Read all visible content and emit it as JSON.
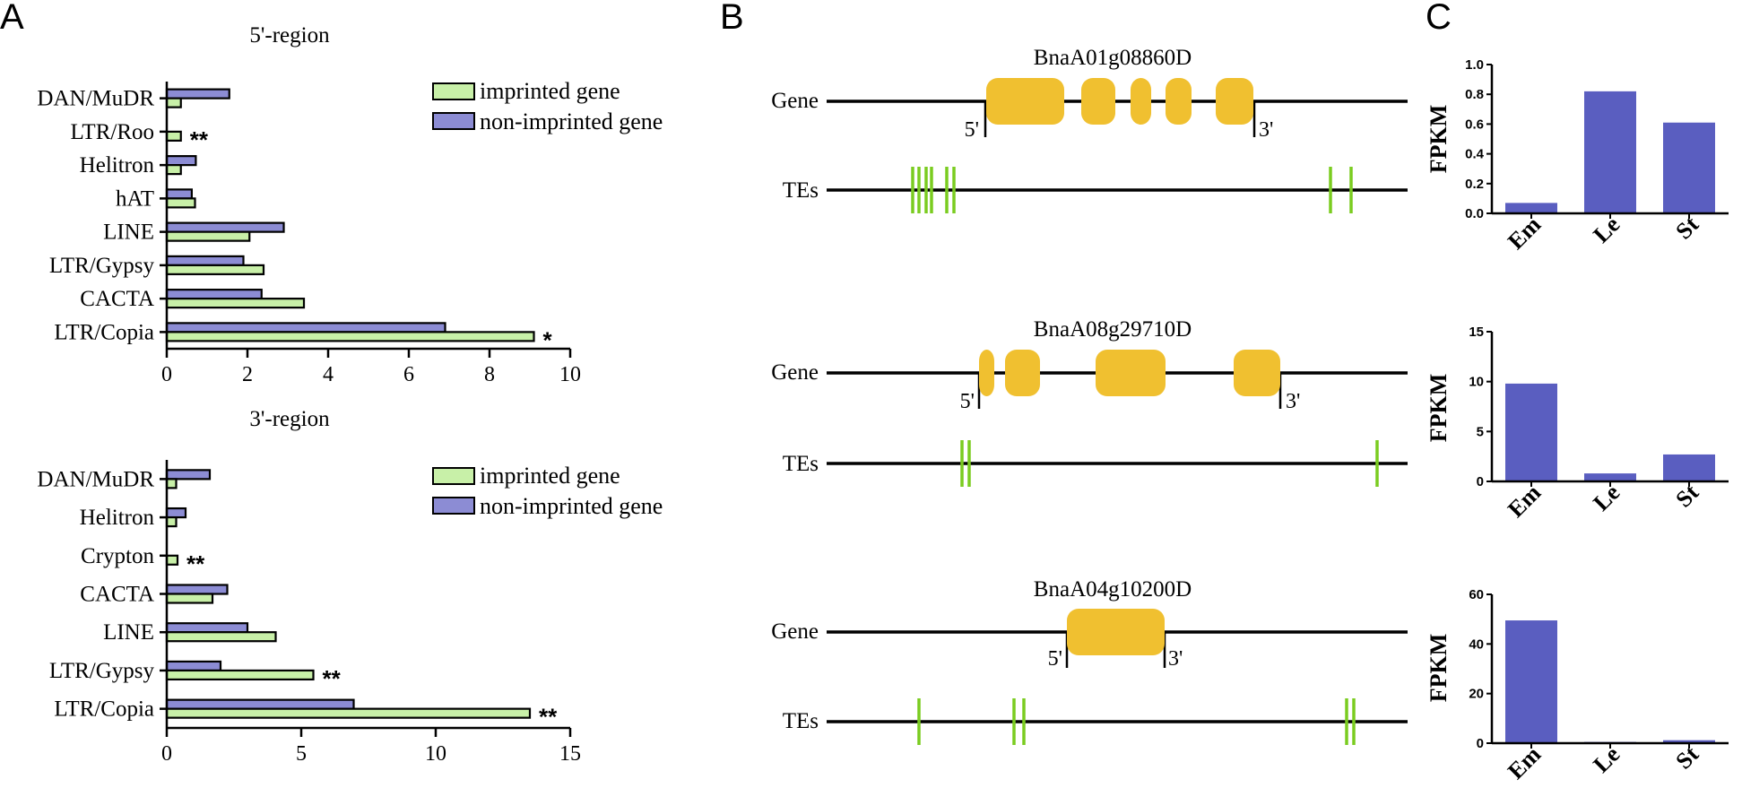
{
  "panels": {
    "A": "A",
    "B": "B",
    "C": "C"
  },
  "colors": {
    "imprinted": "#c8f0a8",
    "non_imprinted": "#8c8cd4",
    "exon": "#f0c030",
    "te": "#7acc20",
    "expr_bar": "#5a5ec0"
  },
  "legend": {
    "imprinted": "imprinted gene",
    "non_imprinted": "non-imprinted gene"
  },
  "chart_data": [
    {
      "type": "bar",
      "orientation": "horizontal",
      "title": "5'-region",
      "categories": [
        "DAN/MuDR",
        "LTR/Roo",
        "Helitron",
        "hAT",
        "LINE",
        "LTR/Gypsy",
        "CACTA",
        "LTR/Copia"
      ],
      "series": [
        {
          "name": "non-imprinted gene",
          "values": [
            1.55,
            0,
            0.72,
            0.62,
            2.9,
            1.9,
            2.35,
            6.9
          ]
        },
        {
          "name": "imprinted gene",
          "values": [
            0.35,
            0.35,
            0.35,
            0.7,
            2.05,
            2.4,
            3.4,
            9.1
          ]
        }
      ],
      "significance": [
        "",
        "**",
        "",
        "",
        "",
        "",
        "",
        "*"
      ],
      "xlim": [
        0,
        10
      ],
      "xticks": [
        "0",
        "2",
        "4",
        "6",
        "8",
        "10"
      ]
    },
    {
      "type": "bar",
      "orientation": "horizontal",
      "title": "3'-region",
      "categories": [
        "DAN/MuDR",
        "Helitron",
        "Crypton",
        "CACTA",
        "LINE",
        "LTR/Gypsy",
        "LTR/Copia"
      ],
      "series": [
        {
          "name": "non-imprinted gene",
          "values": [
            1.6,
            0.7,
            0,
            2.25,
            3.0,
            2.0,
            6.95
          ]
        },
        {
          "name": "imprinted gene",
          "values": [
            0.35,
            0.35,
            0.4,
            1.7,
            4.05,
            5.45,
            13.5
          ]
        }
      ],
      "significance": [
        "",
        "",
        "**",
        "",
        "",
        "**",
        "**"
      ],
      "xlim": [
        0,
        15
      ],
      "xticks": [
        "0",
        "5",
        "10",
        "15"
      ]
    },
    {
      "type": "bar",
      "ylabel": "FPKM",
      "categories": [
        "Em",
        "Le",
        "St"
      ],
      "values": [
        0.07,
        0.82,
        0.61
      ],
      "ylim": [
        0,
        1.0
      ],
      "yticks": [
        "0.0",
        "0.2",
        "0.4",
        "0.6",
        "0.8",
        "1.0"
      ]
    },
    {
      "type": "bar",
      "ylabel": "FPKM",
      "categories": [
        "Em",
        "Le",
        "St"
      ],
      "values": [
        9.8,
        0.8,
        2.7
      ],
      "ylim": [
        0,
        15
      ],
      "yticks": [
        "0",
        "5",
        "10",
        "15"
      ]
    },
    {
      "type": "bar",
      "ylabel": "FPKM",
      "categories": [
        "Em",
        "Le",
        "St"
      ],
      "values": [
        49.5,
        0.5,
        1.2
      ],
      "ylim": [
        0,
        60
      ],
      "yticks": [
        "0",
        "20",
        "40",
        "60"
      ]
    }
  ],
  "gene_models": [
    {
      "name": "BnaA01g08860D",
      "gene_label": "Gene",
      "te_label": "TEs",
      "five_prime": "5'",
      "three_prime": "3'"
    },
    {
      "name": "BnaA08g29710D",
      "gene_label": "Gene",
      "te_label": "TEs",
      "five_prime": "5'",
      "three_prime": "3'"
    },
    {
      "name": "BnaA04g10200D",
      "gene_label": "Gene",
      "te_label": "TEs",
      "five_prime": "5'",
      "three_prime": "3'"
    }
  ]
}
